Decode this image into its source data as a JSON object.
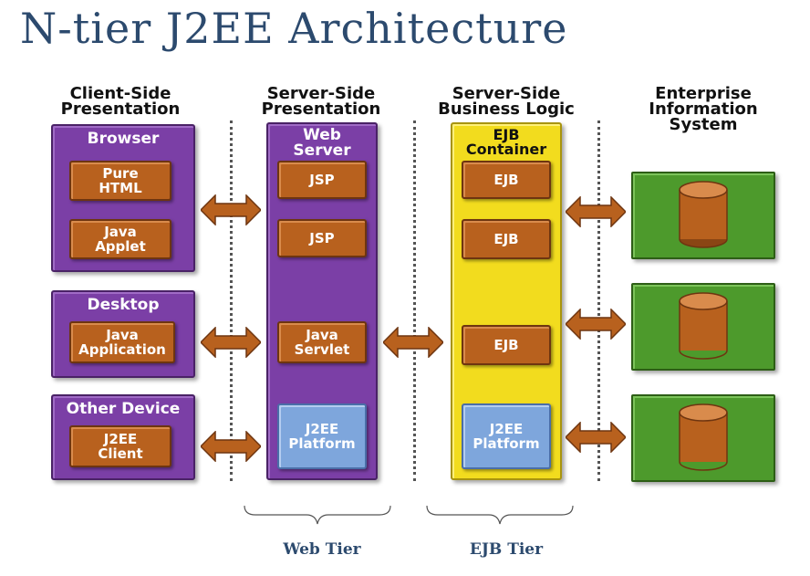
{
  "title": "N-tier J2EE Architecture",
  "columns": {
    "client": "Client-Side\nPresentation",
    "server": "Server-Side\nPresentation",
    "business": "Server-Side\nBusiness Logic",
    "eis": "Enterprise\nInformation\nSystem"
  },
  "client_boxes": {
    "browser": {
      "label": "Browser",
      "items": [
        "Pure\nHTML",
        "Java\nApplet"
      ]
    },
    "desktop": {
      "label": "Desktop",
      "items": [
        "Java\nApplication"
      ]
    },
    "other": {
      "label": "Other Device",
      "items": [
        "J2EE\nClient"
      ]
    }
  },
  "web_server": {
    "label": "Web\nServer",
    "items": [
      "JSP",
      "JSP",
      "Java\nServlet"
    ],
    "platform": "J2EE\nPlatform"
  },
  "ejb_container": {
    "label": "EJB\nContainer",
    "items": [
      "EJB",
      "EJB",
      "EJB"
    ],
    "platform": "J2EE\nPlatform"
  },
  "tiers": {
    "web": "Web Tier",
    "ejb": "EJB Tier"
  },
  "colors": {
    "purple": "#7b3fa6",
    "yellow": "#f2dc1e",
    "green": "#4d9a2c",
    "brown": "#b8611e",
    "blue": "#7ea6dc",
    "title": "#2c4a6e"
  },
  "icons": {
    "arrow": "double-arrow-icon",
    "database": "database-cylinder-icon"
  }
}
